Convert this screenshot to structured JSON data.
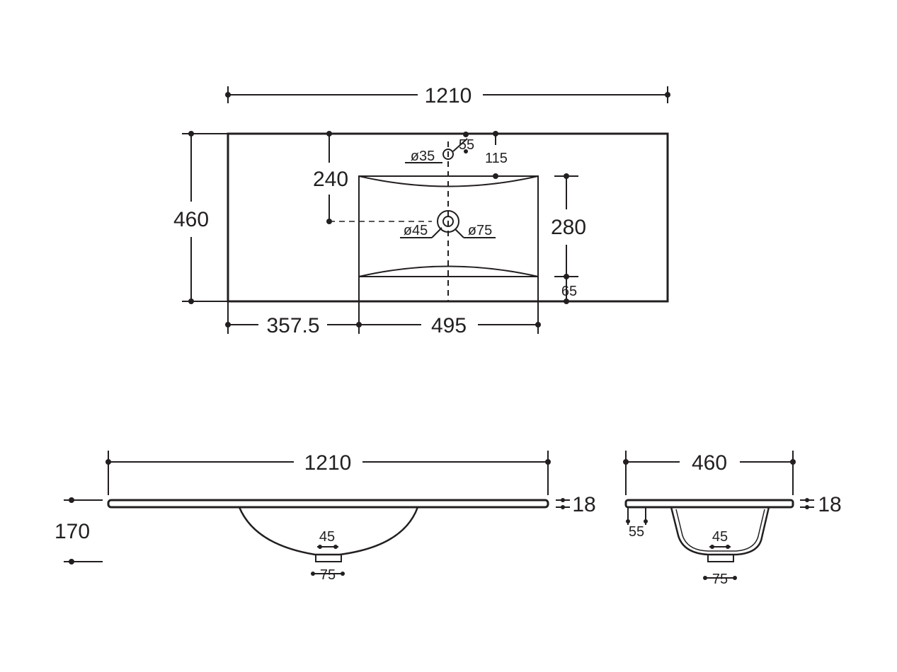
{
  "plan": {
    "overall_width": "1210",
    "overall_depth": "460",
    "left_offset": "357.5",
    "bowl_width": "495",
    "bowl_depth": "280",
    "bowl_front_gap": "65",
    "waste_from_back": "240",
    "tap_hole_offset": "55",
    "tap_hole_dia": "ø35",
    "tap_zone": "115",
    "waste_dia": "ø45",
    "waste_outer_dia": "ø75"
  },
  "front_view": {
    "width": "1210",
    "height": "170",
    "top_thickness": "18",
    "waste": "45",
    "waste_outer": "75"
  },
  "side_view": {
    "depth": "460",
    "top_thickness": "18",
    "back_offset": "55",
    "waste": "45",
    "waste_outer": "75"
  },
  "colors": {
    "ink": "#231f20",
    "background": "#ffffff"
  }
}
